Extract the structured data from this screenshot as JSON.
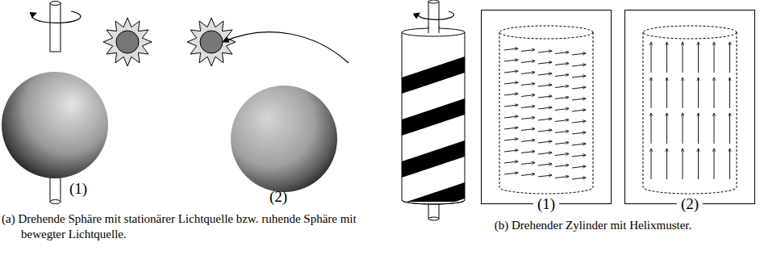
{
  "diagram": {
    "nodes": [
      {
        "text": [
          "(1)"
        ]
      },
      {
        "text": [
          "(2)"
        ]
      }
    ],
    "labels": [
      "(1)",
      "(2)",
      "(a) Drehende Sphäre mit stationärer Lichtquelle bzw. ruhende Sphäre mit bewegter Lichtquelle.",
      "(b) Drehender Zylinder mit Helixmuster."
    ]
  }
}
